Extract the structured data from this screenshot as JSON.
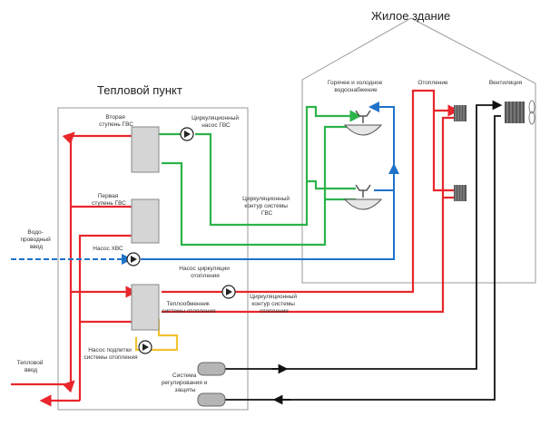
{
  "titles": {
    "building": "Жилое здание",
    "substation": "Тепловой пункт"
  },
  "labels": {
    "water_supply": [
      "Горячее и холодное",
      "водоснабжение"
    ],
    "heating": "Отопление",
    "ventilation": "Вентиляция",
    "stage2": [
      "Вторая",
      "ступень ГВС"
    ],
    "circ_pump_dhw": [
      "Циркуляционный",
      "насос ГВС"
    ],
    "stage1": [
      "Первая",
      "ступень ГВС"
    ],
    "circ_loop_dhw": [
      "Циркуляционный",
      "контур системы",
      "ГВС"
    ],
    "water_input": [
      "Водо-",
      "проводный",
      "ввод"
    ],
    "pump_cold": "Насос ХВС",
    "pump_heat_circ": [
      "Насос циркуляции",
      "отопления"
    ],
    "circ_loop_heat": [
      "Циркуляционный",
      "контур системы",
      "отопления"
    ],
    "heat_exchanger": [
      "Теплообменник",
      "системы отопления"
    ],
    "pump_makeup": [
      "Насос подпитки",
      "системы отопления"
    ],
    "heat_input": [
      "Тепловой",
      "ввод"
    ],
    "control": [
      "Система",
      "регулирования и",
      "защиты"
    ]
  },
  "colors": {
    "supply": "#e8262b",
    "return": "#e8262b",
    "dhw": "#2cb34a",
    "cold": "#1f72c9",
    "makeup": "#f2c230",
    "control": "#111111",
    "outline": "#9a9a9a"
  }
}
